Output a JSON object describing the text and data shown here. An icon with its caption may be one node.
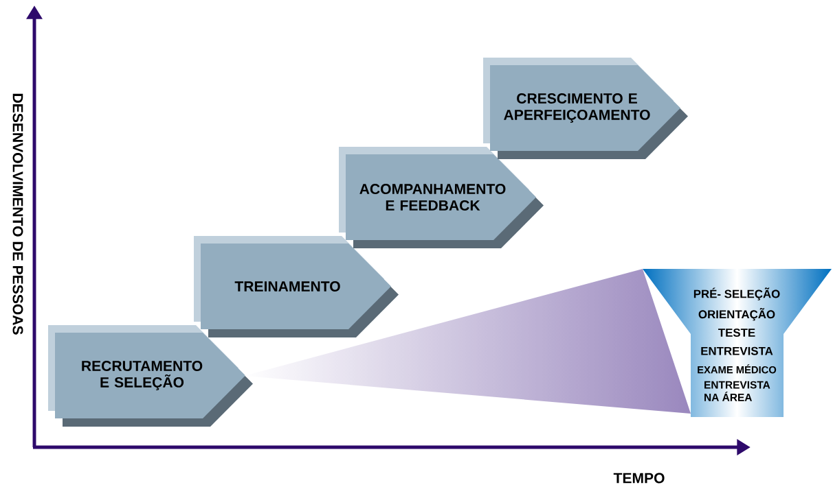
{
  "diagram": {
    "nodes": [
      {
        "text": [
          "RECRUTAMENTO E SELEÇÃO"
        ]
      },
      {
        "text": [
          "TREINAMENTO"
        ]
      },
      {
        "text": [
          "ACOMPANHAMENTO E FEEDBACK"
        ]
      },
      {
        "text": [
          "CRESCIMENTO E APERFEIÇOAMENTO"
        ]
      },
      {
        "text": [
          "PRÉ- SELEÇÃO",
          "ORIENTAÇÃO",
          "TESTE",
          "ENTREVISTA",
          "EXAME MÉDICO",
          "ENTREVISTA NA ÁREA"
        ]
      }
    ],
    "labels": [
      "DESENVOLVIMENTO DE PESSOAS",
      "TEMPO"
    ]
  }
}
